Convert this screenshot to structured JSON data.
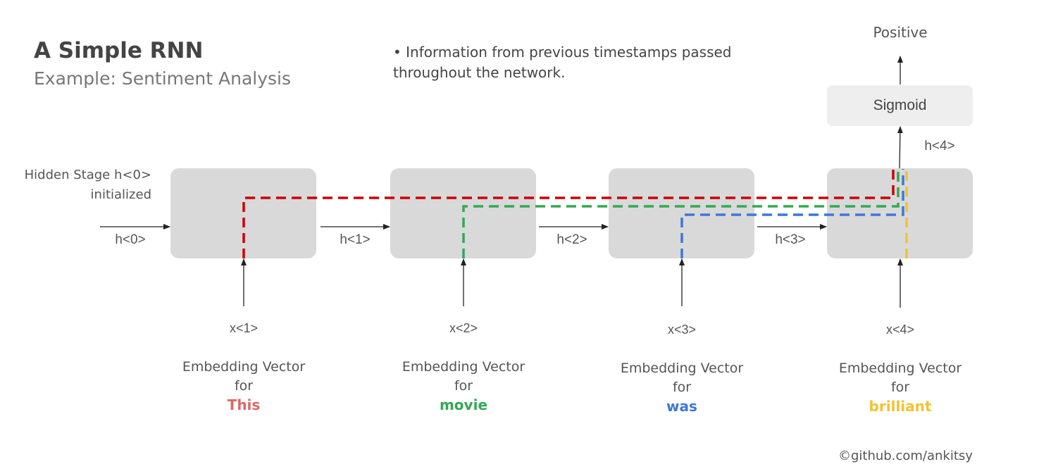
{
  "header": {
    "title": "A Simple RNN",
    "subtitle": "Example: Sentiment Analysis",
    "note": "• Information from previous timestamps passed throughout the network."
  },
  "init_label": {
    "line1": "Hidden Stage h<0>",
    "line2": "initialized"
  },
  "hidden_states": [
    "h<0>",
    "h<1>",
    "h<2>",
    "h<3>",
    "h<4>"
  ],
  "inputs": [
    "x<1>",
    "x<2>",
    "x<3>",
    "x<4>"
  ],
  "embedding": {
    "line1": "Embedding Vector",
    "line2": "for"
  },
  "words": [
    {
      "text": "This",
      "color": "#e06666"
    },
    {
      "text": "movie",
      "color": "#34a853"
    },
    {
      "text": "was",
      "color": "#3c78d8"
    },
    {
      "text": "brilliant",
      "color": "#f1c232"
    }
  ],
  "sigmoid": "Sigmoid",
  "output": "Positive",
  "credit": "©github.com/ankitsy",
  "colors": {
    "cell": "#d9d9d9",
    "sigmoid_box": "#eeeeee",
    "path_this": "#cc0000",
    "path_movie": "#34a853",
    "path_was": "#3c78d8",
    "path_brilliant": "#f1c232"
  }
}
